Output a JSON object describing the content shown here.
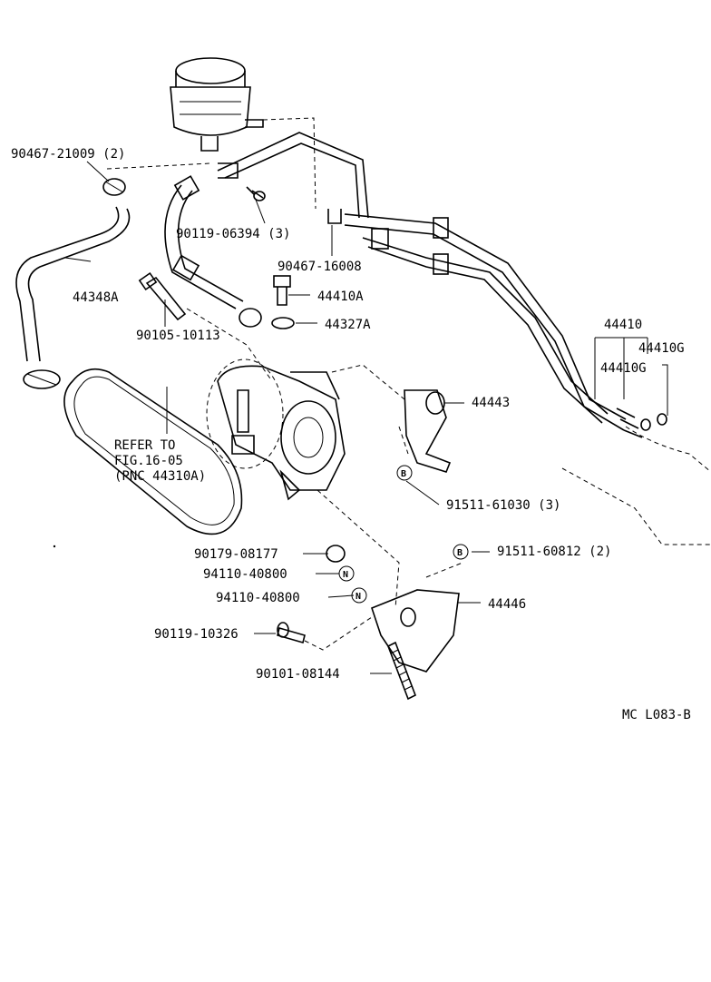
{
  "callouts": {
    "c1": "90467-21009 (2)",
    "c2": "90119-06394 (3)",
    "c3": "90467-16008",
    "c4": "44348A",
    "c5": "44410A",
    "c6": "90105-10113",
    "c7": "44327A",
    "c8": "44410",
    "c9": "44410G",
    "c10": "44410G",
    "c11": "44443",
    "c12": "91511-61030 (3)",
    "c13": "90179-08177",
    "c14": "94110-40800",
    "c15": "94110-40800",
    "c16": "91511-60812 (2)",
    "c17": "44446",
    "c18": "90119-10326",
    "c19": "90101-08144"
  },
  "refer_note": {
    "line1": "REFER TO",
    "line2": "FIG.16-05",
    "line3": "(PNC 44310A)"
  },
  "badges": {
    "b": "B",
    "n": "N"
  },
  "diagram_code": "MC L083-B"
}
